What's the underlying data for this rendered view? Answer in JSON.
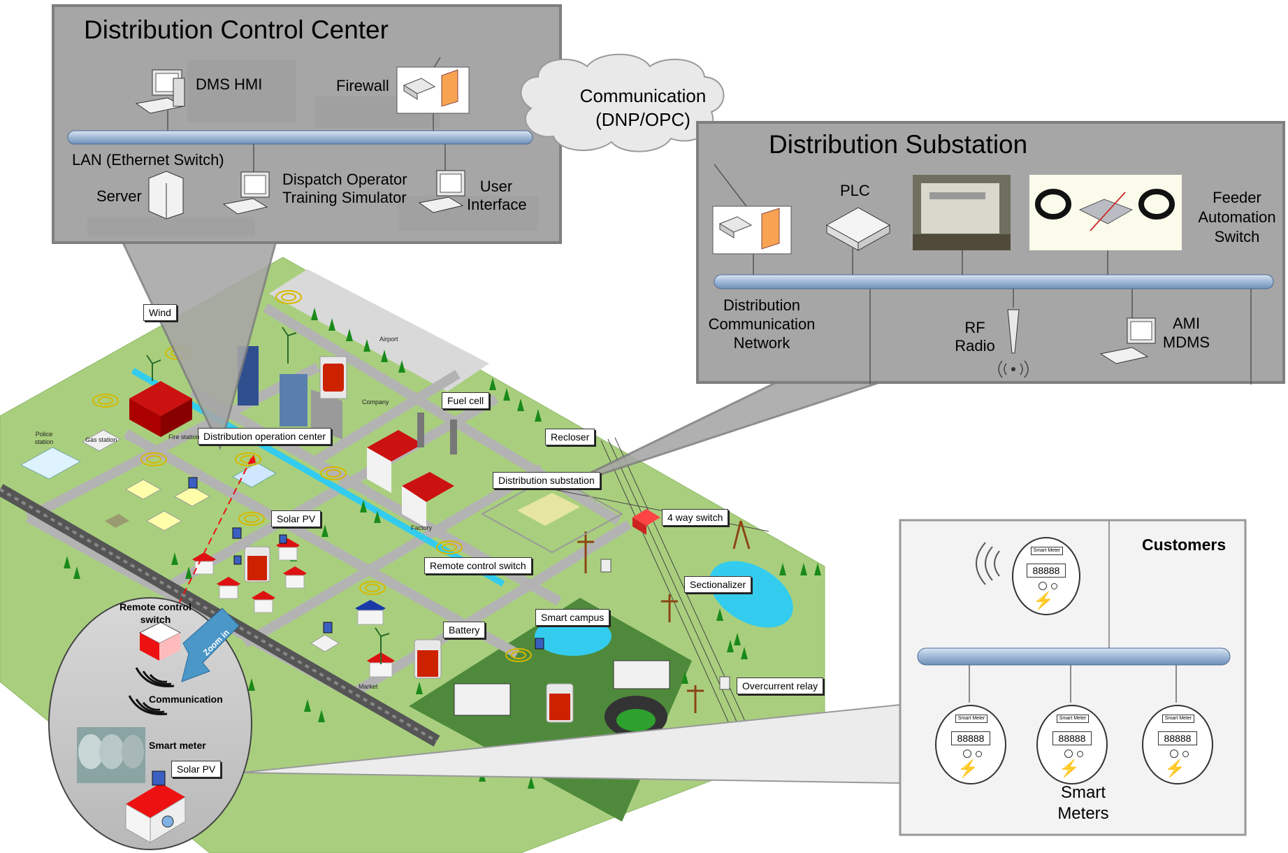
{
  "control_center": {
    "title": "Distribution Control Center",
    "dms_hmi": "DMS HMI",
    "firewall": "Firewall",
    "lan": "LAN (Ethernet Switch)",
    "server": "Server",
    "dots_line1": "Dispatch Operator",
    "dots_line2": "Training Simulator",
    "ui_line1": "User",
    "ui_line2": "Interface"
  },
  "communication": {
    "line1": "Communication",
    "line2": "(DNP/OPC)"
  },
  "substation": {
    "title": "Distribution Substation",
    "plc": "PLC",
    "feeder_line1": "Feeder",
    "feeder_line2": "Automation",
    "feeder_line3": "Switch",
    "dcn_line1": "Distribution",
    "dcn_line2": "Communication",
    "dcn_line3": "Network",
    "rf_line1": "RF",
    "rf_line2": "Radio",
    "ami_line1": "AMI",
    "ami_line2": "MDMS"
  },
  "customers": {
    "title": "Customers",
    "smart_meters_line1": "Smart",
    "smart_meters_line2": "Meters",
    "meter_label": "Smart Meter",
    "meter_display": "88888"
  },
  "city": {
    "wind": "Wind",
    "fuel_cell": "Fuel cell",
    "recloser": "Recloser",
    "distribution_operation_center": "Distribution operation center",
    "distribution_substation": "Distribution substation",
    "four_way_switch": "4 way switch",
    "solar_pv": "Solar PV",
    "remote_control_switch": "Remote control switch",
    "sectionalizer": "Sectionalizer",
    "smart_campus": "Smart campus",
    "battery": "Battery",
    "overcurrent_relay": "Overcurrent relay",
    "airport": "Airport",
    "company": "Company",
    "fire_station": "Fire station",
    "police_line1": "Police",
    "police_line2": "station",
    "gas_station": "Gas station",
    "factory": "Factory",
    "market": "Market"
  },
  "zoom": {
    "remote_control_line1": "Remote control",
    "remote_control_line2": "switch",
    "zoom_in": "Zoom in",
    "communication": "Communication",
    "smart_meter": "Smart meter",
    "solar_pv": "Solar PV"
  },
  "colors": {
    "panel_fill": "#a6a6a6",
    "panel_border": "#7f7f7f",
    "bus_fill": "#9fb8d6",
    "ground_green": "#a9cf7e",
    "road_gray": "#b4b4b4",
    "water_cyan": "#33ccee"
  }
}
